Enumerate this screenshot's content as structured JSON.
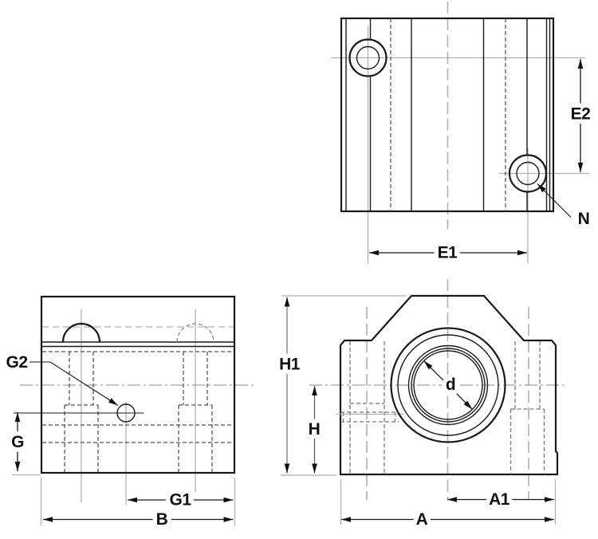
{
  "drawing": {
    "type": "engineering-drawing",
    "subject": "pillow-block-linear-bearing-unit",
    "labels": {
      "e1": "E1",
      "e2": "E2",
      "n": "N",
      "g": "G",
      "g1": "G1",
      "g2": "G2",
      "b": "B",
      "h": "H",
      "h1": "H1",
      "a": "A",
      "a1": "A1",
      "d": "d"
    },
    "colors": {
      "line": "#1a1a1a",
      "hidden": "#555555",
      "hidden_light": "#777777",
      "centerline": "#b0b0b0",
      "background": "#ffffff",
      "text": "#111111"
    }
  }
}
